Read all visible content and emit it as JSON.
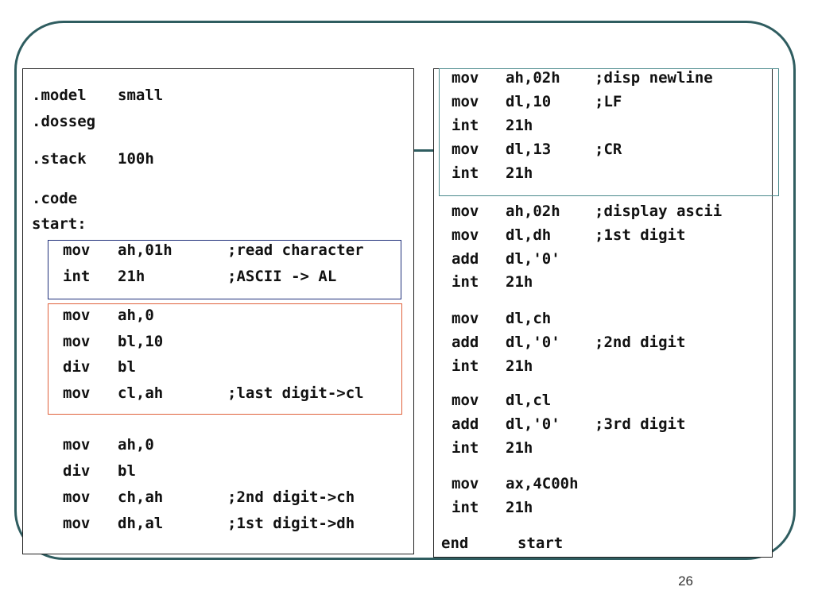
{
  "left_lines": [
    {
      "c1": ".model",
      "c2": "small",
      "c3": ""
    },
    {
      "c1": ".dosseg",
      "c2": "",
      "c3": ""
    },
    {
      "c1": ".stack",
      "c2": "100h",
      "c3": ""
    },
    {
      "c1": ".code",
      "c2": "",
      "c3": ""
    },
    {
      "c1": "start:",
      "c2": "",
      "c3": ""
    },
    {
      "c1": "mov",
      "c2": "ah,01h",
      "c3": ";read character"
    },
    {
      "c1": "int",
      "c2": "21h",
      "c3": ";ASCII -> AL"
    },
    {
      "c1": "mov",
      "c2": "ah,0",
      "c3": ""
    },
    {
      "c1": "mov",
      "c2": "bl,10",
      "c3": ""
    },
    {
      "c1": "div",
      "c2": "bl",
      "c3": ""
    },
    {
      "c1": "mov",
      "c2": "cl,ah",
      "c3": ";last digit->cl"
    },
    {
      "c1": "mov",
      "c2": "ah,0",
      "c3": ""
    },
    {
      "c1": "div",
      "c2": "bl",
      "c3": ""
    },
    {
      "c1": "mov",
      "c2": "ch,ah",
      "c3": ";2nd digit->ch"
    },
    {
      "c1": "mov",
      "c2": "dh,al",
      "c3": ";1st digit->dh"
    }
  ],
  "right_lines": [
    {
      "c1": "mov",
      "c2": "ah,02h",
      "c3": ";disp newline"
    },
    {
      "c1": "mov",
      "c2": "dl,10",
      "c3": ";LF"
    },
    {
      "c1": "int",
      "c2": "21h",
      "c3": ""
    },
    {
      "c1": "mov",
      "c2": "dl,13",
      "c3": ";CR"
    },
    {
      "c1": "int",
      "c2": "21h",
      "c3": ""
    },
    {
      "c1": "mov",
      "c2": "ah,02h",
      "c3": ";display ascii"
    },
    {
      "c1": "mov",
      "c2": "dl,dh",
      "c3": ";1st digit"
    },
    {
      "c1": "add",
      "c2": "dl,'0'",
      "c3": ""
    },
    {
      "c1": "int",
      "c2": "21h",
      "c3": ""
    },
    {
      "c1": "mov",
      "c2": "dl,ch",
      "c3": ""
    },
    {
      "c1": "add",
      "c2": "dl,'0'",
      "c3": ";2nd digit"
    },
    {
      "c1": "int",
      "c2": "21h",
      "c3": ""
    },
    {
      "c1": "mov",
      "c2": "dl,cl",
      "c3": ""
    },
    {
      "c1": "add",
      "c2": "dl,'0'",
      "c3": ";3rd digit"
    },
    {
      "c1": "int",
      "c2": "21h",
      "c3": ""
    },
    {
      "c1": "mov",
      "c2": "ax,4C00h",
      "c3": ""
    },
    {
      "c1": "int",
      "c2": "21h",
      "c3": ""
    },
    {
      "c1": "end",
      "c2": "start",
      "c3": ""
    }
  ],
  "page_number": "26",
  "colors": {
    "frame": "#2f5d60",
    "highlight_read": "#1f2f7a",
    "highlight_divide": "#e0603a",
    "highlight_newline": "#4a8a8c"
  }
}
